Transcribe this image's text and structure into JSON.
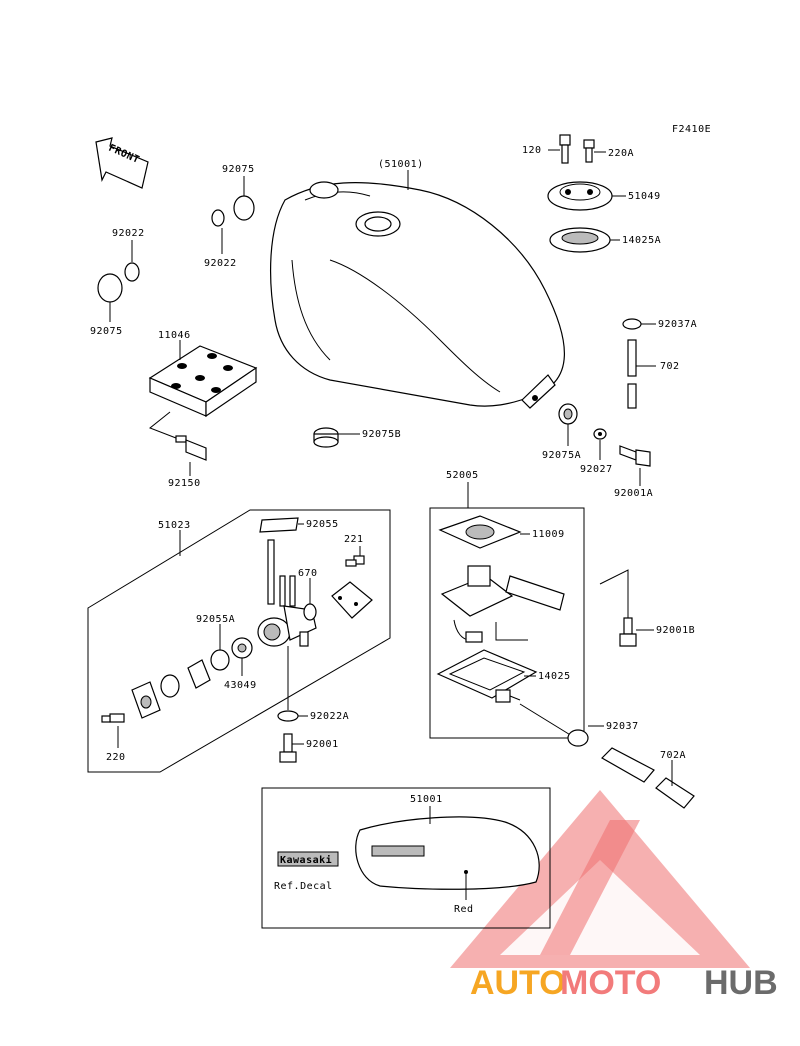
{
  "figure_code": "F2410E",
  "front_label": "FRONT",
  "watermark": {
    "auto": "AUTO",
    "moto": "MOTO",
    "hub": "HUB",
    "colors": {
      "auto": "#f6a623",
      "moto": "#f27b7b",
      "hub": "#6b6b6b",
      "logo": "#ee5d5d"
    }
  },
  "parts": {
    "tank": "(51001)",
    "cap_bolt": "120",
    "cap_screw": "220A",
    "cap": "51049",
    "cap_gasket": "14025A",
    "damper_top": "92075",
    "damper_top_b": "92022",
    "damper_left_a": "92022",
    "damper_left_b": "92075",
    "bracket": "11046",
    "bolt_bracket": "92150",
    "rubber_plug": "92075B",
    "clip": "92037A",
    "hose": "702",
    "damper_rear": "92075A",
    "washer_rear": "92027",
    "bolt_rear": "92001A",
    "gauge_assy": "52005",
    "gauge_gasket": "11009",
    "gauge_gasket2": "14025",
    "bolt_gauge": "92001B",
    "gauge_clip": "92037",
    "gauge_hose": "702A",
    "cock_assy": "51023",
    "oring_top": "92055",
    "screw_221": "221",
    "oring_670": "670",
    "oring_mid": "92055A",
    "gasket_43049": "43049",
    "screw_220": "220",
    "washer_bottom": "92022A",
    "bolt_bottom": "92001",
    "decal_part": "51001",
    "decal_brand": "Kawasaki",
    "decal_ref": "Ref.Decal",
    "decal_color": "Red"
  }
}
